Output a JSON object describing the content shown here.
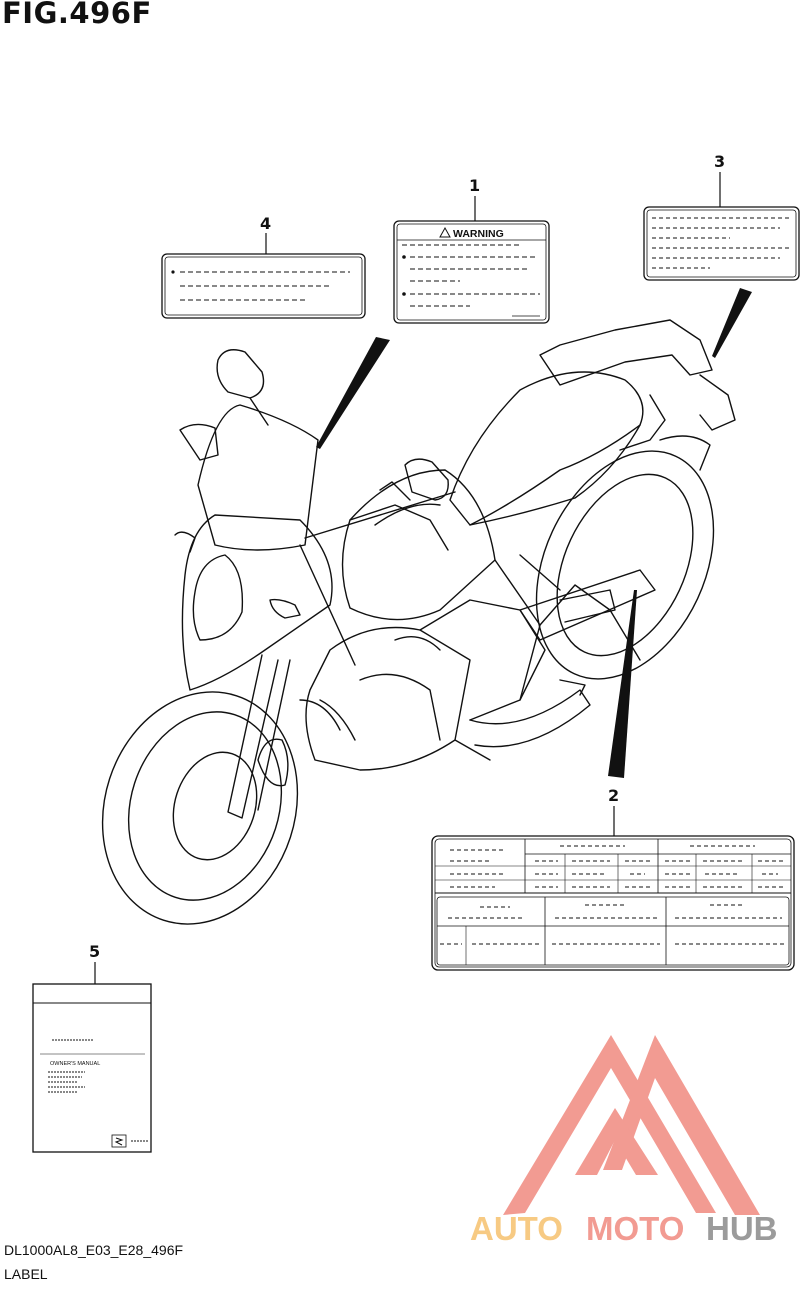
{
  "figure": {
    "title": "FIG.496F",
    "model_code": "DL1000AL8_E03_E28_496F",
    "caption": "LABEL"
  },
  "callouts": [
    "1",
    "2",
    "3",
    "4",
    "5"
  ],
  "labels": {
    "warning_label": {
      "header": "WARNING"
    },
    "owners_manual": {
      "title": "OWNER'S MANUAL"
    }
  },
  "watermark": {
    "word_a": "AUTO",
    "word_b": "MOTO",
    "word_c": "HUB"
  },
  "colors": {
    "ink": "#111111",
    "watermark_red": "#f08a80",
    "watermark_orange": "#f6c16e",
    "watermark_grey": "#8a8a8a"
  }
}
